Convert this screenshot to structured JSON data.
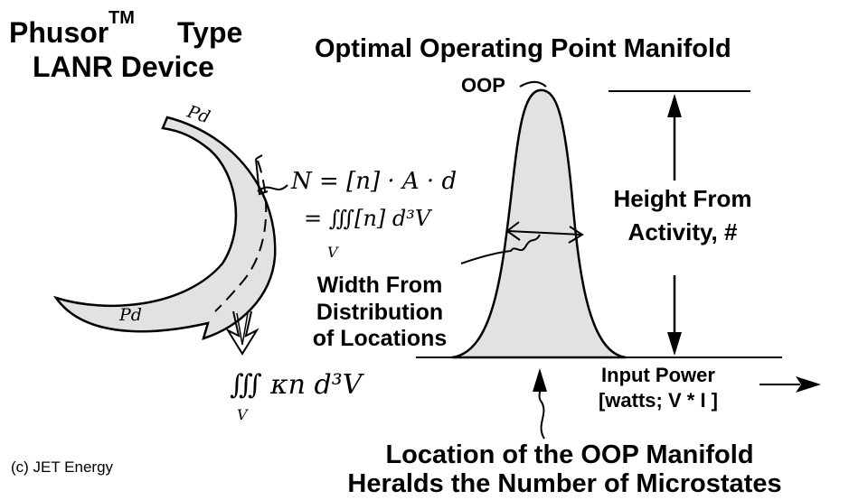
{
  "left_title": {
    "line1_word1": "Phusor",
    "trademark": "TM",
    "line1_word2": "Type",
    "line2": "LANR Device"
  },
  "main_title": "Optimal Operating Point Manifold",
  "device": {
    "label_top": "Pd",
    "label_bottom": "Pd"
  },
  "equations": {
    "eq1": "N = [n] · A · d",
    "eq2": "= ∭[n] d³V",
    "eq2_sub": "V",
    "eq3": "∭ κn d³V",
    "eq3_sub": "V"
  },
  "graph": {
    "peak_label": "OOP",
    "height_label_line1": "Height From",
    "height_label_line2": "Activity, #",
    "width_label_line1": "Width From",
    "width_label_line2": "Distribution",
    "width_label_line3": "of Locations",
    "x_label_line1": "Input Power",
    "x_label_line2": "[watts; V * I ]"
  },
  "bottom_caption": {
    "line1": "Location of the OOP Manifold",
    "line2": "Heralds the Number of Microstates"
  },
  "copyright": "(c) JET Energy",
  "colors": {
    "curve_fill": "#e2e2e2",
    "device_fill": "#e2e2e2",
    "ink": "#000000"
  }
}
